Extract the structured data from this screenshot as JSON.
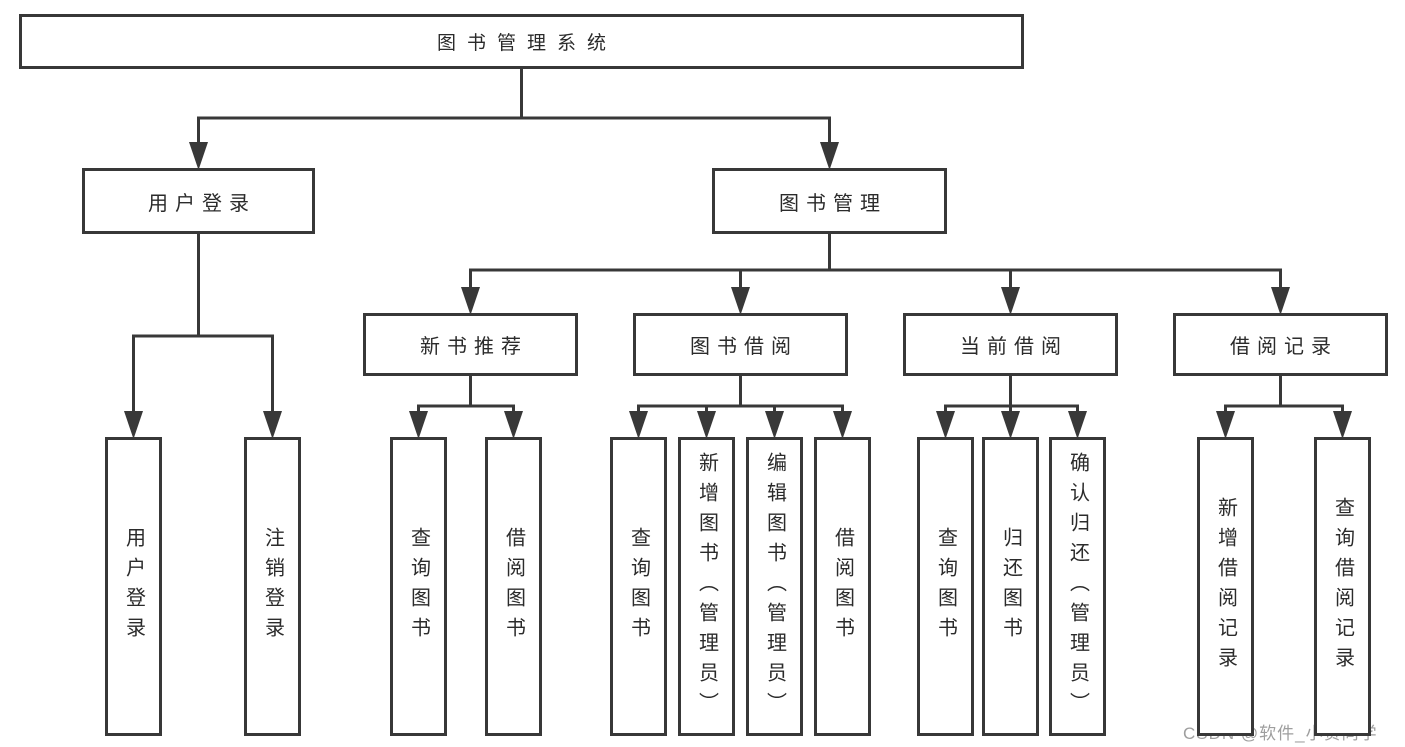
{
  "diagram": {
    "root": "图书管理系统",
    "branches": [
      {
        "label": "用户登录",
        "children": [
          "用户登录",
          "注销登录"
        ]
      },
      {
        "label": "图书管理",
        "sections": [
          {
            "label": "新书推荐",
            "children": [
              "查询图书",
              "借阅图书"
            ]
          },
          {
            "label": "图书借阅",
            "children": [
              "查询图书",
              "新增图书（管理员）",
              "编辑图书（管理员）",
              "借阅图书"
            ]
          },
          {
            "label": "当前借阅",
            "children": [
              "查询图书",
              "归还图书",
              "确认归还（管理员）"
            ]
          },
          {
            "label": "借阅记录",
            "children": [
              "新增借阅记录",
              "查询借阅记录"
            ]
          }
        ]
      }
    ]
  },
  "watermark": {
    "text": "CSDN @软件_小贺同学"
  },
  "colors": {
    "line": "#383838",
    "box_border": "#383838",
    "box_fill": "#ffffff",
    "text": "#2b2b2b",
    "watermark": "#9e9e9e",
    "background": "#ffffff"
  }
}
